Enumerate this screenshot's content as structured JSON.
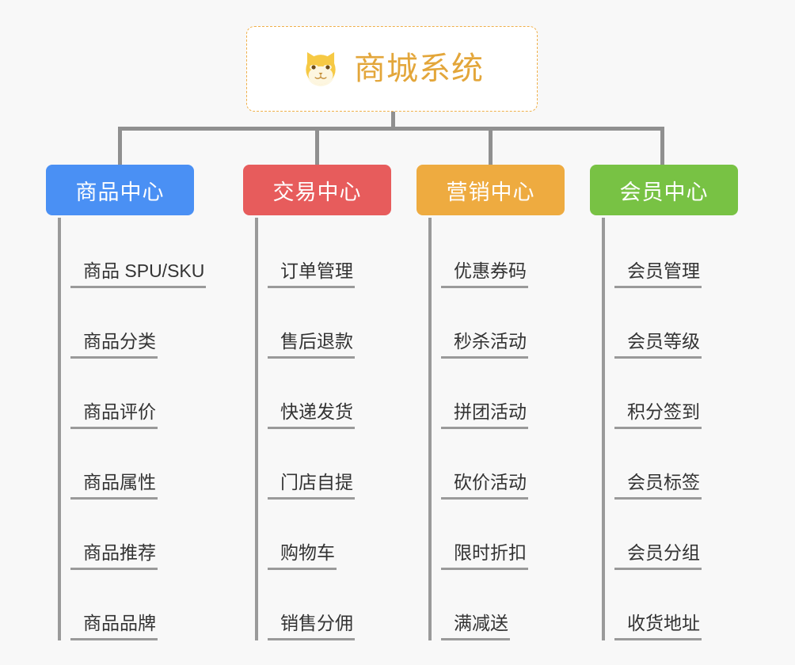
{
  "background_color": "#f8f8f8",
  "root": {
    "title": "商城系统",
    "icon": "shiba-dog-face-icon",
    "title_color": "#e3a63a",
    "border_color": "#f0b04a",
    "background": "#ffffff"
  },
  "connector_color": "#909090",
  "branch_line_color": "#9a9a9a",
  "columns": [
    {
      "header": "商品中心",
      "color": "#4a90f4",
      "items": [
        {
          "label": "商品 SPU/SKU"
        },
        {
          "label": "商品分类"
        },
        {
          "label": "商品评价"
        },
        {
          "label": "商品属性"
        },
        {
          "label": "商品推荐"
        },
        {
          "label": "商品品牌"
        }
      ]
    },
    {
      "header": "交易中心",
      "color": "#e75c5c",
      "items": [
        {
          "label": "订单管理"
        },
        {
          "label": "售后退款"
        },
        {
          "label": "快递发货"
        },
        {
          "label": "门店自提"
        },
        {
          "label": "购物车"
        },
        {
          "label": "销售分佣"
        }
      ]
    },
    {
      "header": "营销中心",
      "color": "#eeab40",
      "items": [
        {
          "label": "优惠券码"
        },
        {
          "label": "秒杀活动"
        },
        {
          "label": "拼团活动"
        },
        {
          "label": "砍价活动"
        },
        {
          "label": "限时折扣"
        },
        {
          "label": "满减送"
        }
      ]
    },
    {
      "header": "会员中心",
      "color": "#78c244",
      "items": [
        {
          "label": "会员管理"
        },
        {
          "label": "会员等级"
        },
        {
          "label": "积分签到"
        },
        {
          "label": "会员标签"
        },
        {
          "label": "会员分组"
        },
        {
          "label": "收货地址"
        }
      ]
    }
  ]
}
